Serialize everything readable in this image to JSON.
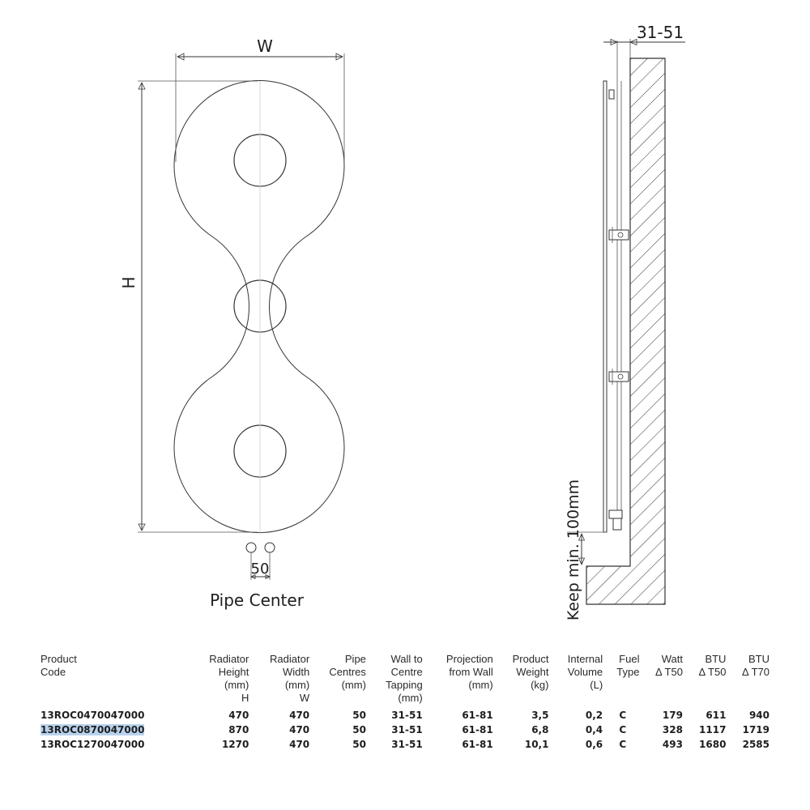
{
  "drawing": {
    "width_label": "W",
    "height_label": "H",
    "pipe_spacing_label": "50",
    "pipe_center_label": "Pipe Center",
    "wall_gap_label": "31-51",
    "floor_clearance_label": "Keep min. 100mm"
  },
  "table": {
    "headers": [
      {
        "line1": "Product",
        "line2": "Code",
        "line3": "",
        "line4": "",
        "line5": ""
      },
      {
        "line1": "Radiator",
        "line2": "Height",
        "line3": "(mm)",
        "line4": "H",
        "line5": ""
      },
      {
        "line1": "Radiator",
        "line2": "Width",
        "line3": "(mm)",
        "line4": "W",
        "line5": ""
      },
      {
        "line1": "Pipe",
        "line2": "Centres",
        "line3": "(mm)",
        "line4": "",
        "line5": ""
      },
      {
        "line1": "Wall to",
        "line2": "Centre",
        "line3": "Tapping",
        "line4": "(mm)",
        "line5": ""
      },
      {
        "line1": "Projection",
        "line2": "from Wall",
        "line3": "(mm)",
        "line4": "",
        "line5": ""
      },
      {
        "line1": "Product",
        "line2": "Weight",
        "line3": "(kg)",
        "line4": "",
        "line5": ""
      },
      {
        "line1": "Internal",
        "line2": "Volume",
        "line3": "(L)",
        "line4": "",
        "line5": ""
      },
      {
        "line1": "Fuel",
        "line2": "Type",
        "line3": "",
        "line4": "",
        "line5": ""
      },
      {
        "line1": "Watt",
        "line2": "Δ T50",
        "line3": "",
        "line4": "",
        "line5": ""
      },
      {
        "line1": "BTU",
        "line2": "Δ T50",
        "line3": "",
        "line4": "",
        "line5": ""
      },
      {
        "line1": "BTU",
        "line2": "Δ T70",
        "line3": "",
        "line4": "",
        "line5": ""
      }
    ],
    "rows": [
      {
        "code": "13ROC0470047000",
        "height": "470",
        "width": "470",
        "pipe": "50",
        "wall": "31-51",
        "projection": "61-81",
        "weight": "3,5",
        "volume": "0,2",
        "fuel": "C",
        "watt50": "179",
        "btu50": "611",
        "btu70": "940"
      },
      {
        "code": "13ROC0870047000",
        "height": "870",
        "width": "470",
        "pipe": "50",
        "wall": "31-51",
        "projection": "61-81",
        "weight": "6,8",
        "volume": "0,4",
        "fuel": "C",
        "watt50": "328",
        "btu50": "1117",
        "btu70": "1719"
      },
      {
        "code": "13ROC1270047000",
        "height": "1270",
        "width": "470",
        "pipe": "50",
        "wall": "31-51",
        "projection": "61-81",
        "weight": "10,1",
        "volume": "0,6",
        "fuel": "C",
        "watt50": "493",
        "btu50": "1680",
        "btu70": "2585"
      }
    ],
    "selected_row_code": "13ROC0870047000"
  },
  "colors": {
    "line": "#333333",
    "selection": "#b9d3ee"
  }
}
